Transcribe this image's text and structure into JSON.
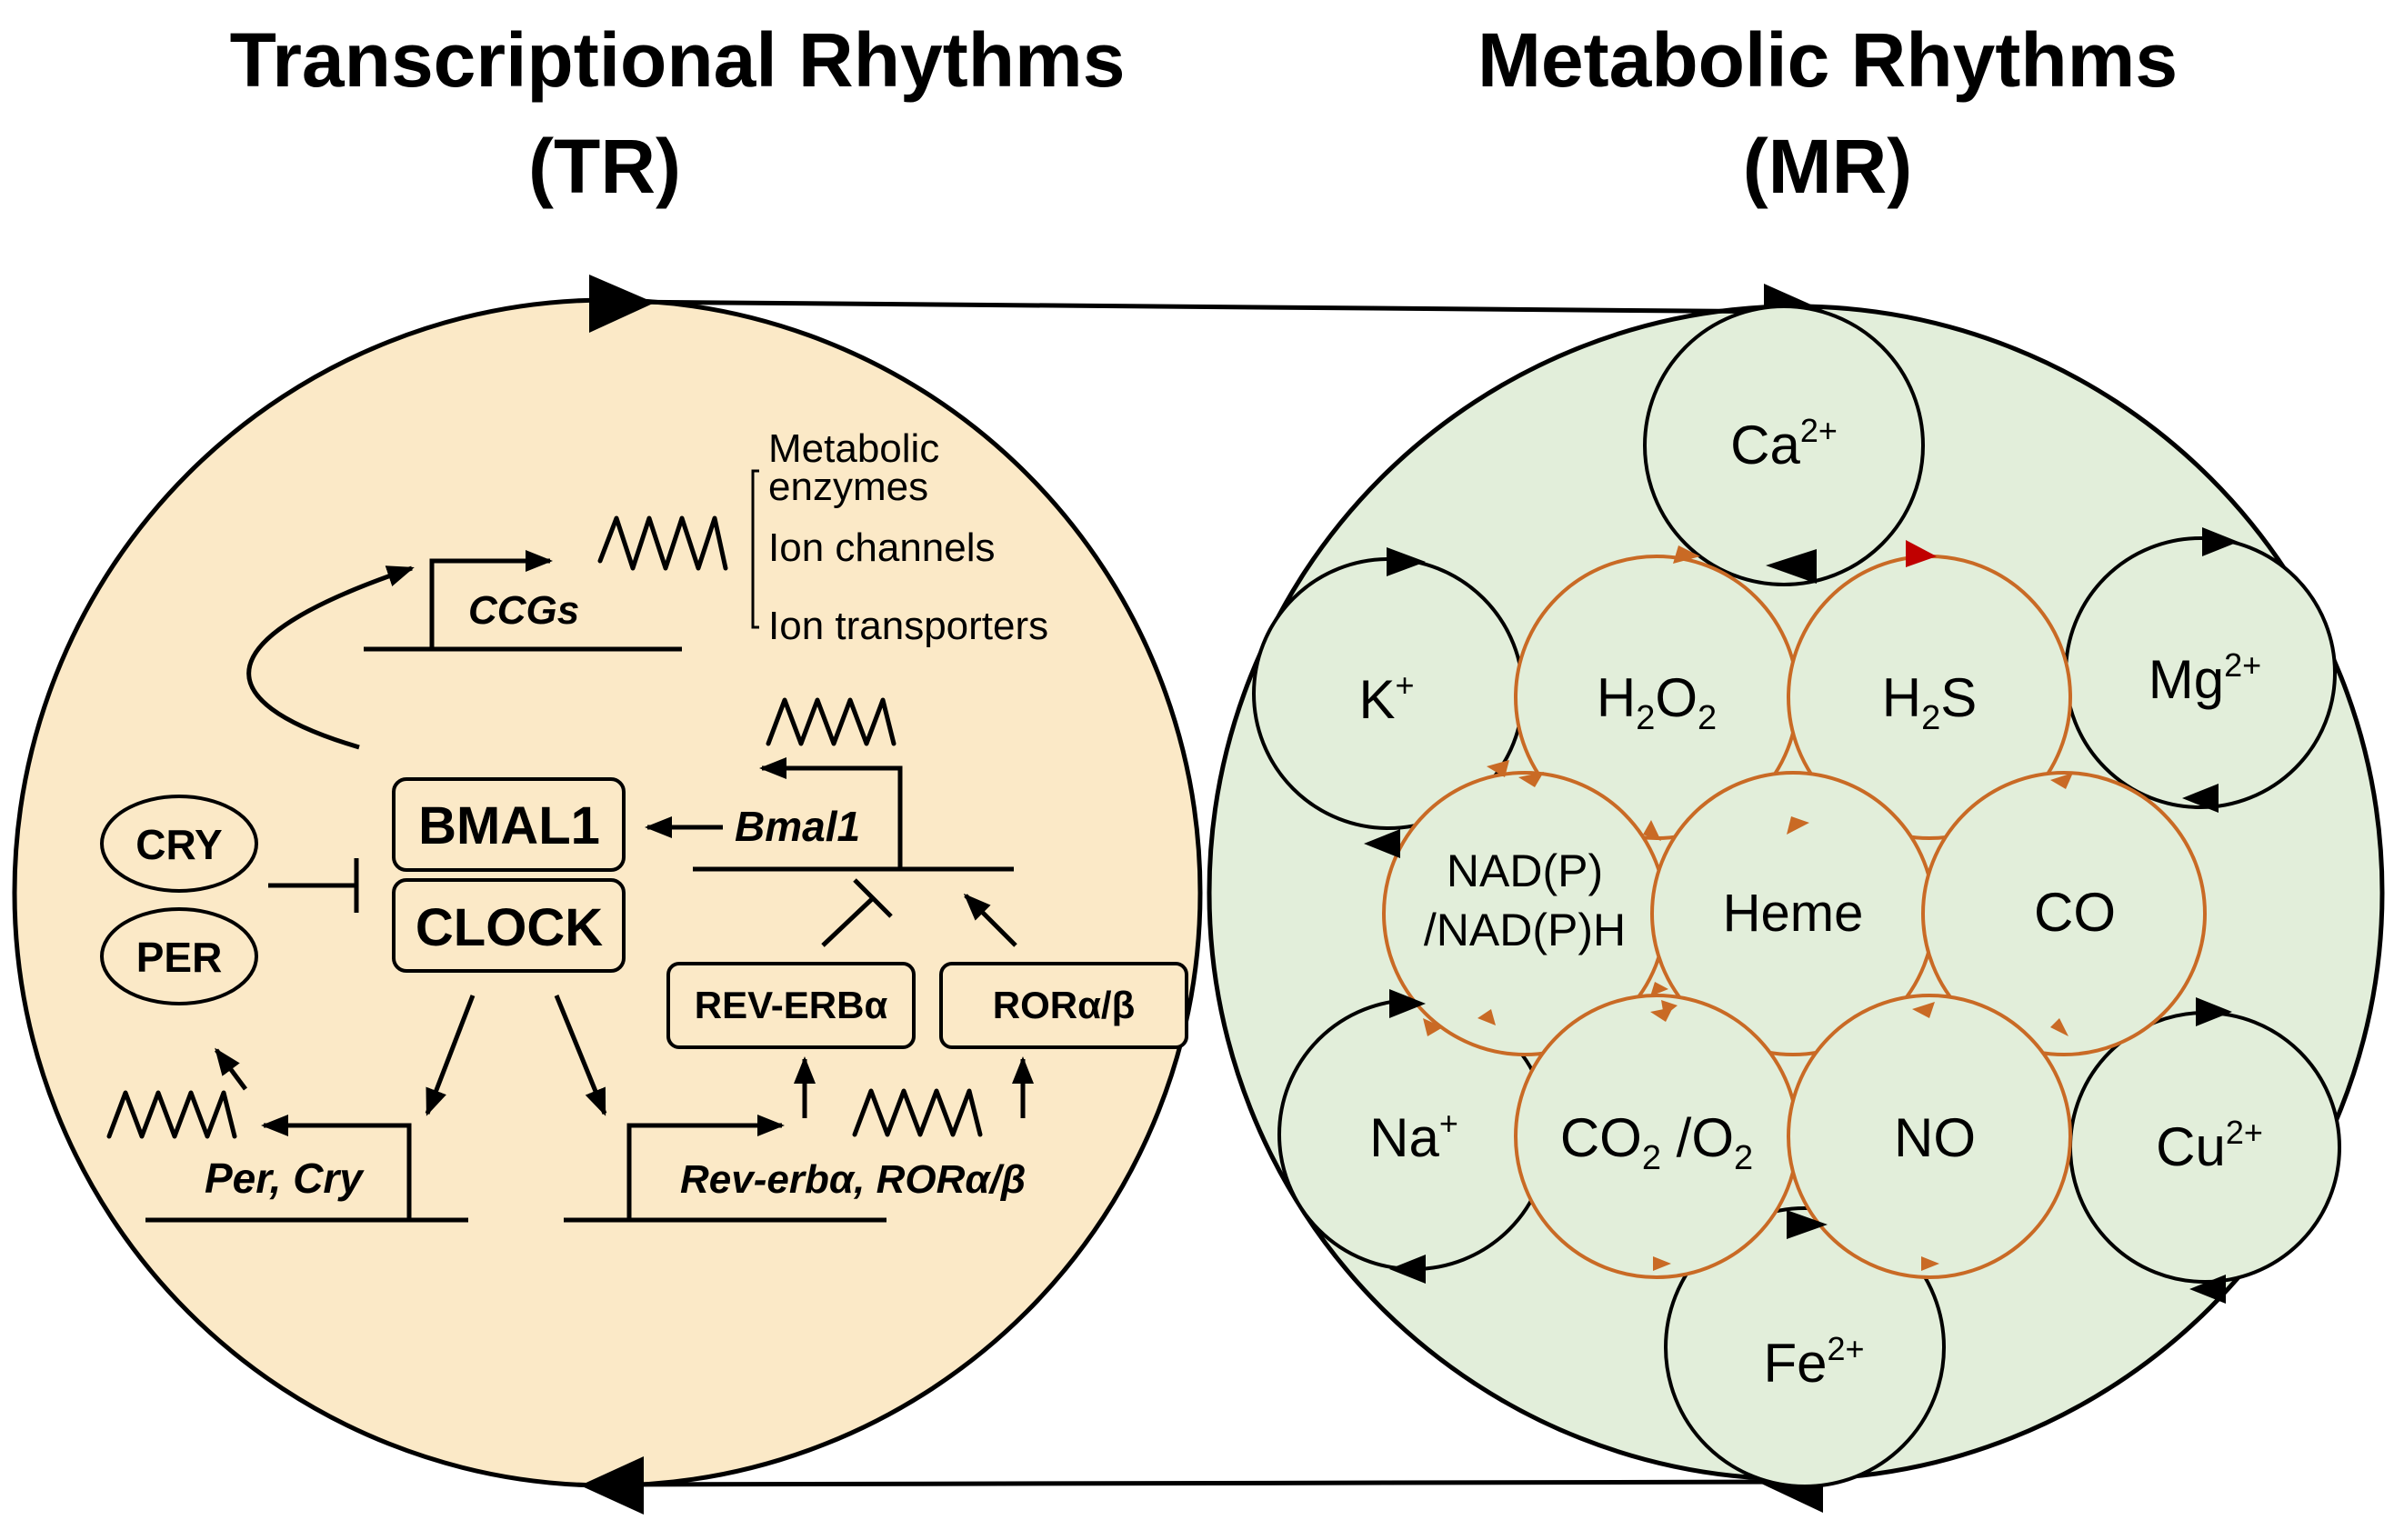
{
  "titles": {
    "tr_line1": "Transcriptional Rhythms",
    "tr_line2": "(TR)",
    "mr_line1": "Metabolic Rhythms",
    "mr_line2": "(MR)"
  },
  "tr": {
    "ccgs": "CCGs",
    "targets": [
      "Metabolic",
      "enzymes",
      "Ion channels",
      "Ion transporters"
    ],
    "bmal1_protein": "BMAL1",
    "clock_protein": "CLOCK",
    "bmal1_gene": "Bmal1",
    "cry": "CRY",
    "per": "PER",
    "per_cry_gene": "Per, Cry",
    "reverb_protein": "REV-ERBα",
    "ror_protein": "RORα/β",
    "reverb_ror_gene": "Rev-erbα, RORα/β"
  },
  "mr": {
    "outer_ions": {
      "ca": {
        "base": "Ca",
        "sup": "2+"
      },
      "k": {
        "base": "K",
        "sup": "+"
      },
      "mg": {
        "base": "Mg",
        "sup": "2+"
      },
      "na": {
        "base": "Na",
        "sup": "+"
      },
      "cu": {
        "base": "Cu",
        "sup": "2+"
      },
      "fe": {
        "base": "Fe",
        "sup": "2+"
      }
    },
    "h2o2": {
      "p1": "H",
      "s1": "2",
      "p2": "O",
      "s2": "2"
    },
    "h2s": {
      "p1": "H",
      "s1": "2",
      "p2": "S"
    },
    "nadp_line1": "NAD(P)",
    "nadp_line2": "/NAD(P)H",
    "heme": "Heme",
    "co": "CO",
    "co2o2": {
      "p1": "CO",
      "s1": "2",
      "p2": " /O",
      "s2": "2"
    },
    "no": "NO"
  },
  "colors": {
    "tr_fill": "#fbe9c7",
    "mr_fill": "#e2eeda",
    "orange": "#c96a25",
    "red_arrow": "#c00000"
  }
}
